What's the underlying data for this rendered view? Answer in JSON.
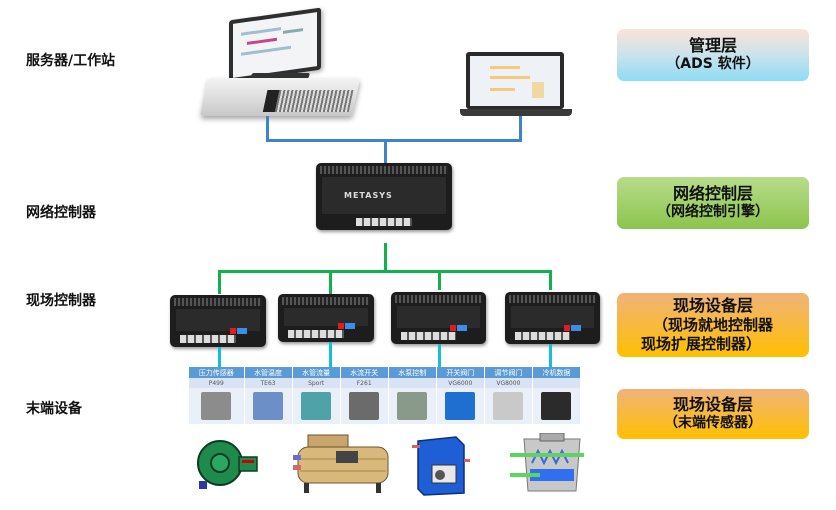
{
  "left_labels": {
    "server": "服务器/工作站",
    "network_controller": "网络控制器",
    "field_controller": "现场控制器",
    "end_device": "末端设备"
  },
  "layers": [
    {
      "title": "管理层",
      "subtitle": "（ADS 软件）"
    },
    {
      "title": "网络控制层",
      "subtitle": "（网络控制引擎）"
    },
    {
      "title": "现场设备层",
      "subtitle_line1": "（现场就地控制器",
      "subtitle_line2": "现场扩展控制器）"
    },
    {
      "title": "现场设备层",
      "subtitle": "（末端传感器）"
    }
  ],
  "network_controller": {
    "brand": "METASYS"
  },
  "end_devices": [
    {
      "name": "压力传感器",
      "model": "P499",
      "icon": "pressure-sensor-icon",
      "color": "#8c8c8c"
    },
    {
      "name": "水管温度",
      "model": "TE63",
      "icon": "temperature-probe-icon",
      "color": "#6c8fc7"
    },
    {
      "name": "水管流量",
      "model": "Sport",
      "icon": "flow-meter-icon",
      "color": "#4fa3a8"
    },
    {
      "name": "水流开关",
      "model": "F261",
      "icon": "flow-switch-icon",
      "color": "#6b6b6b"
    },
    {
      "name": "水泵控制",
      "model": "",
      "icon": "pump-control-panel-icon",
      "color": "#8a9a8a"
    },
    {
      "name": "开关阀门",
      "model": "VG6000",
      "icon": "butterfly-valve-icon",
      "color": "#1f6fd0"
    },
    {
      "name": "调节阀门",
      "model": "VG8000",
      "icon": "actuator-valve-icon",
      "color": "#c9c9c9"
    },
    {
      "name": "冷机数据",
      "model": "",
      "icon": "york-chiller-panel-icon",
      "color": "#2b2b2b"
    }
  ],
  "equipment": [
    {
      "name": "pump",
      "color": "#1e8a4c"
    },
    {
      "name": "chiller",
      "color": "#c9a66b"
    },
    {
      "name": "boiler",
      "color": "#1f5fd6"
    },
    {
      "name": "cooling-tower",
      "color": "#a8a8a8"
    }
  ]
}
